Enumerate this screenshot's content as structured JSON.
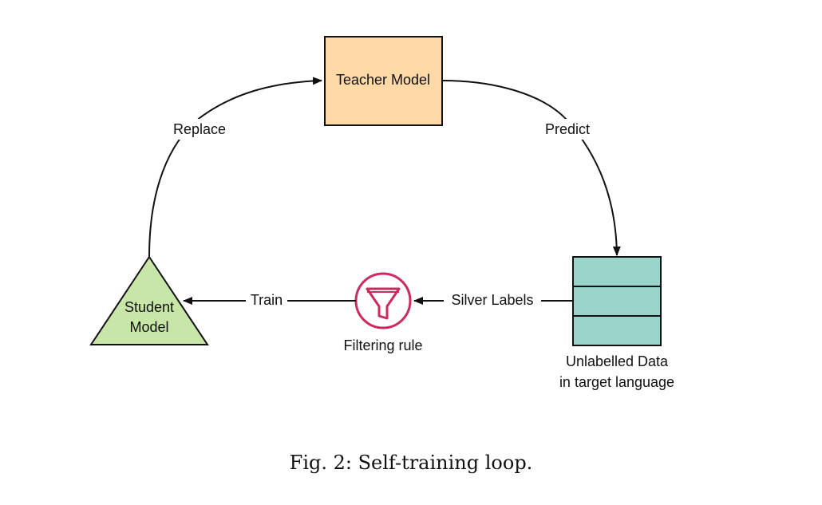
{
  "nodes": {
    "teacher": {
      "label": "Teacher Model",
      "fill": "#ffd9a6"
    },
    "student": {
      "line1": "Student",
      "line2": "Model",
      "fill": "#c7e6a7"
    },
    "data": {
      "line1": "Unlabelled Data",
      "line2": "in target language",
      "fill": "#99d5ca"
    },
    "filter": {
      "label": "Filtering rule",
      "icon": "funnel-icon",
      "color": "#cc2b5e"
    }
  },
  "edges": {
    "replace": "Replace",
    "predict": "Predict",
    "train": "Train",
    "silver": "Silver Labels"
  },
  "caption": "Fig. 2: Self-training loop."
}
